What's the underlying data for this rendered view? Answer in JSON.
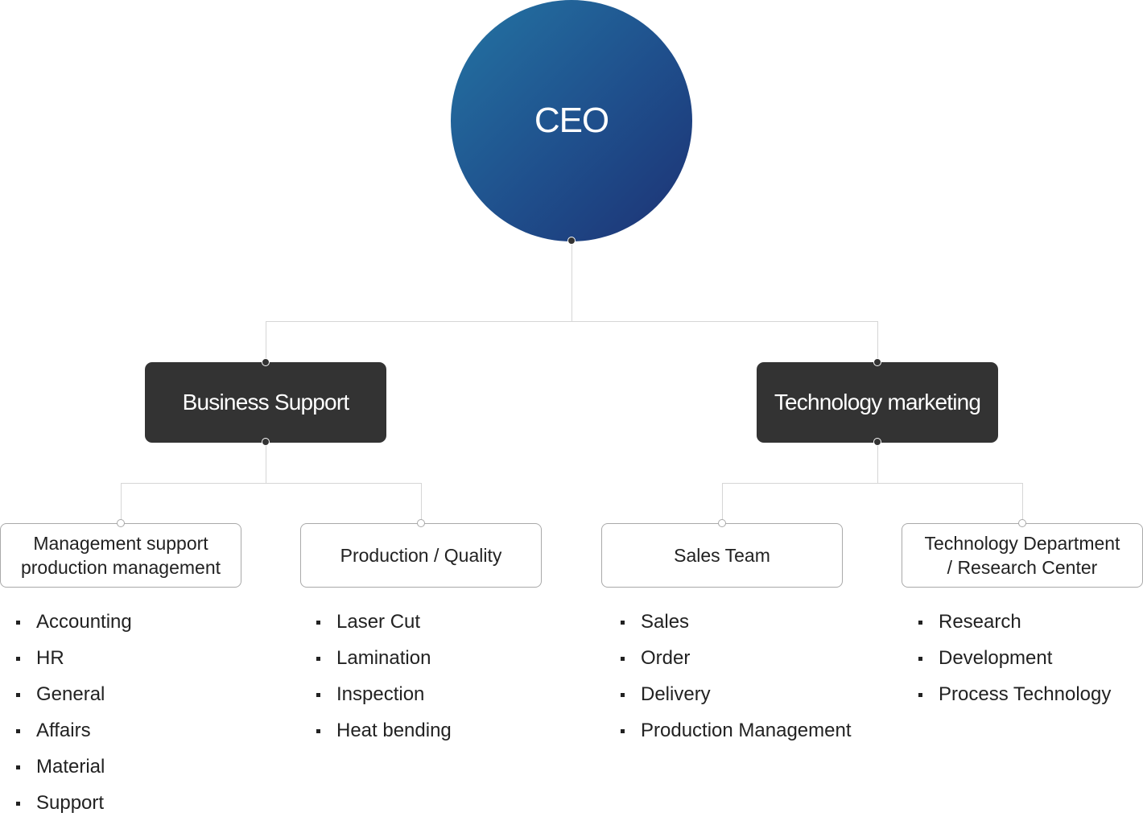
{
  "ceo": {
    "label": "CEO"
  },
  "departments": [
    {
      "label": "Business Support",
      "teams": [
        {
          "label_lines": [
            "Management support",
            "production management"
          ],
          "items": [
            "Accounting",
            "HR",
            "General",
            "Affairs",
            "Material",
            "Support"
          ]
        },
        {
          "label_lines": [
            "Production / Quality"
          ],
          "items": [
            "Laser Cut",
            "Lamination",
            "Inspection",
            "Heat bending"
          ]
        }
      ]
    },
    {
      "label": "Technology marketing",
      "teams": [
        {
          "label_lines": [
            "Sales Team"
          ],
          "items": [
            "Sales",
            "Order",
            "Delivery",
            "Production Management"
          ]
        },
        {
          "label_lines": [
            "Technology Department",
            "/ Research Center"
          ],
          "items": [
            "Research",
            "Development",
            "Process Technology"
          ]
        }
      ]
    }
  ],
  "colors": {
    "ceo_gradient_start": "#2474a3",
    "ceo_gradient_end": "#1d3274",
    "dept_box": "#333333",
    "connector": "#d6d6d6"
  }
}
